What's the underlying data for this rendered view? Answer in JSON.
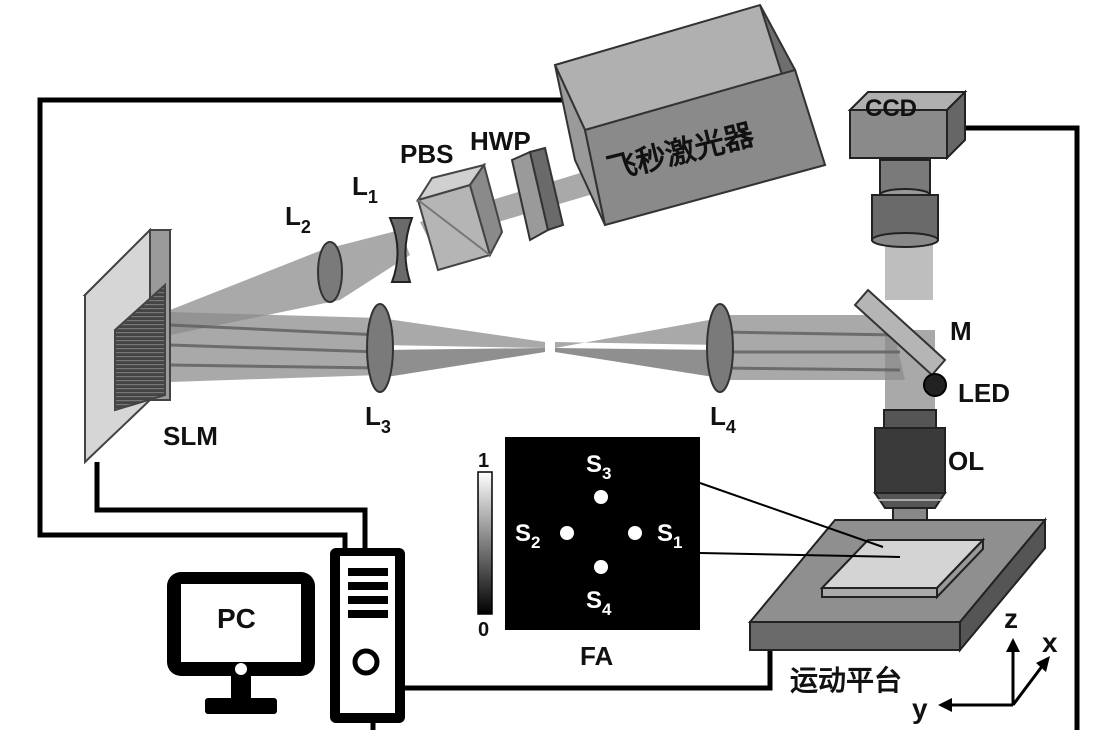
{
  "labels": {
    "laser": "飞秒激光器",
    "hwp": "HWP",
    "pbs": "PBS",
    "l1": "L",
    "l1_sub": "1",
    "l2": "L",
    "l2_sub": "2",
    "l3": "L",
    "l3_sub": "3",
    "l4": "L",
    "l4_sub": "4",
    "slm": "SLM",
    "ccd": "CCD",
    "mirror": "M",
    "led": "LED",
    "objective": "OL",
    "pc": "PC",
    "stage": "运动平台",
    "fa": "FA"
  },
  "focal_array": {
    "spots": [
      {
        "name": "S",
        "sub": "1"
      },
      {
        "name": "S",
        "sub": "2"
      },
      {
        "name": "S",
        "sub": "3"
      },
      {
        "name": "S",
        "sub": "4"
      }
    ]
  },
  "colorbar": {
    "max": "1",
    "min": "0"
  },
  "axes": {
    "z": "z",
    "x": "x",
    "y": "y"
  },
  "colors": {
    "beam": "#8c8c8c",
    "laser_front": "#8a8a8a",
    "laser_top": "#b0b0b0",
    "laser_side": "#6e6e6e",
    "lens": "#7a7a7a",
    "black": "#000000"
  }
}
